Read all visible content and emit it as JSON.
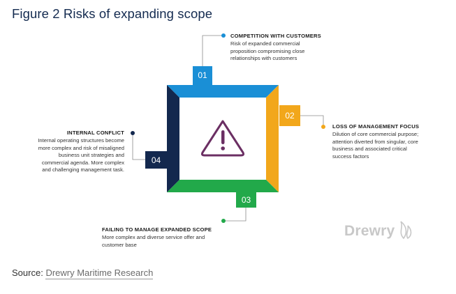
{
  "title": "Figure 2 Risks of expanding scope",
  "items": [
    {
      "number": "01",
      "heading": "COMPETITION WITH CUSTOMERS",
      "lines": [
        "Risk of expanded commercial",
        "proposition compromising close",
        "relationships with customers"
      ],
      "color": "#1a8fd6"
    },
    {
      "number": "02",
      "heading": "LOSS OF MANAGEMENT FOCUS",
      "lines": [
        "Dilution of core commercial purpose;",
        "attention diverted from singular, core",
        "business and associated critical",
        "success factors"
      ],
      "color": "#f2a71b"
    },
    {
      "number": "03",
      "heading": "FAILING TO MANAGE EXPANDED SCOPE",
      "lines": [
        "More complex and diverse service offer and",
        "customer base"
      ],
      "color": "#22a94a"
    },
    {
      "number": "04",
      "heading": "INTERNAL CONFLICT",
      "lines": [
        "Internal operating structures become",
        "more complex and risk of misaligned",
        "business unit strategies and",
        "commercial agenda. More complex",
        "and challenging management task."
      ],
      "color": "#13284e"
    }
  ],
  "center_icon": "warning-triangle-icon",
  "accent_icon_color": "#6b2f63",
  "logo": "Drewry",
  "source": {
    "label": "Source:",
    "link_text": "Drewry Maritime Research"
  }
}
